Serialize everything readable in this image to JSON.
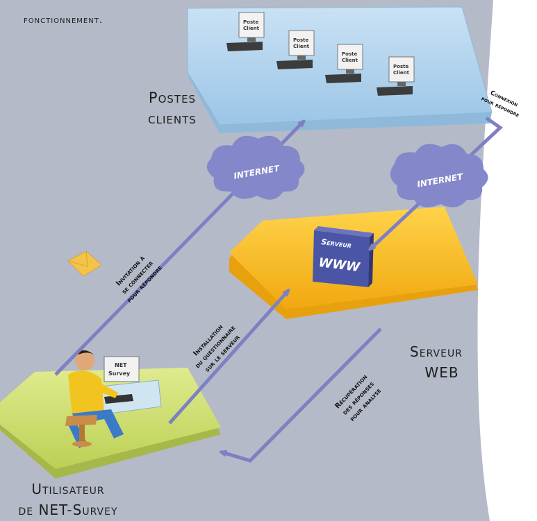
{
  "header": {
    "text": "fonctionnement."
  },
  "nodes": {
    "clients": {
      "line1": "Postes",
      "line2": "clients",
      "pc_label_1": "Poste",
      "pc_label_2": "Client",
      "pc_count": 4
    },
    "server": {
      "line1": "Serveur",
      "line2": "WEB",
      "machine_label": "Serveur",
      "www": "WWW"
    },
    "user": {
      "line1": "Utilisateur",
      "line2": "de NET-Survey",
      "screen_line1": "NET",
      "screen_line2": "Survey"
    }
  },
  "clouds": {
    "left": "INTERNET",
    "right": "INTERNET"
  },
  "arrows": {
    "invitation": {
      "line1": "Invitation à",
      "line2": "se connecter",
      "line3": "pour répondre"
    },
    "installation": {
      "line1": "Installation",
      "line2": "du questionnaire",
      "line3": "sur le serveur"
    },
    "connexion": {
      "line1": "Connexion",
      "line2": "pour répondre"
    },
    "recuperation": {
      "line1": "Récupération",
      "line2": "des réponses",
      "line3": "pour analyse"
    }
  },
  "colors": {
    "background": "#b4bac8",
    "clients_panel": "#b6d6ef",
    "server_panel": "#fcc52a",
    "user_panel": "#d2e27a",
    "arrow": "#7d80c2",
    "cloud": "#8487c9",
    "envelope": "#f4c44a",
    "server_box": "#4b55a6"
  }
}
